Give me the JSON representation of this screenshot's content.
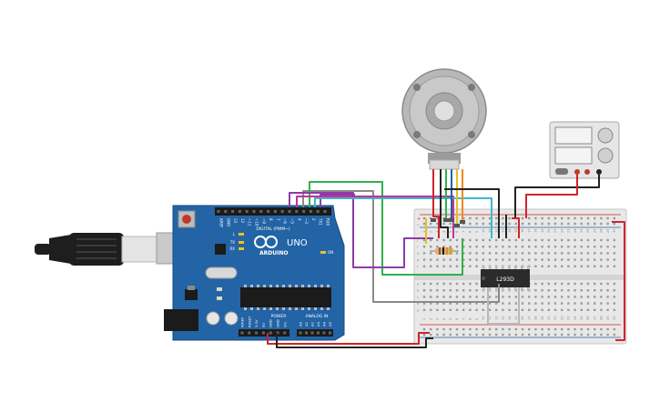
{
  "arduino": {
    "brand": "ARDUINO",
    "model": "UNO",
    "header_digital": "DIGITAL (PWM~)",
    "header_power": "POWER",
    "header_analog": "ANALOG IN",
    "pins_digital": [
      "AREF",
      "GND",
      "13",
      "12",
      "~11",
      "~10",
      "~9",
      "8",
      "7",
      "~6",
      "~5",
      "4",
      "~3",
      "2",
      "TX1",
      "RX0"
    ],
    "pins_power": [
      "IOREF",
      "RESET",
      "3.3V",
      "5V",
      "GND",
      "GND",
      "Vin"
    ],
    "pins_analog": [
      "A0",
      "A1",
      "A2",
      "A3",
      "A4",
      "A5"
    ],
    "leds": [
      "L",
      "TX",
      "RX"
    ],
    "on_label": "ON"
  },
  "driver_chip": {
    "label": "L293D"
  },
  "breadboard": {
    "rail_plus": "+",
    "rail_minus": "-",
    "column_numbers": [
      "1",
      "2",
      "3",
      "4",
      "5",
      "6",
      "7",
      "8",
      "9",
      "10",
      "11",
      "12",
      "13",
      "14",
      "15",
      "16",
      "17",
      "18",
      "19",
      "20",
      "21",
      "22",
      "23",
      "24",
      "25",
      "26",
      "27",
      "28",
      "29",
      "30"
    ],
    "row_letters": [
      "a",
      "b",
      "c",
      "d",
      "e",
      "f",
      "g",
      "h",
      "i",
      "j"
    ]
  },
  "colors": {
    "arduino_board": "#2364a6",
    "breadboard": "#e8e8e8",
    "wire_green": "#2fb24c",
    "wire_purple": "#8e3aa8",
    "wire_magenta": "#c1339b",
    "wire_red": "#d1232a",
    "wire_black": "#222222",
    "wire_gray": "#8a8a8a",
    "wire_cyan": "#3fb7c9",
    "wire_yellow": "#e3c21c",
    "wire_orange": "#ef8a1e"
  },
  "icons": [
    "usb-cable-icon",
    "dc-motor-encoder-icon",
    "power-supply-icon",
    "resistor-icon",
    "l293d-chip-icon"
  ]
}
